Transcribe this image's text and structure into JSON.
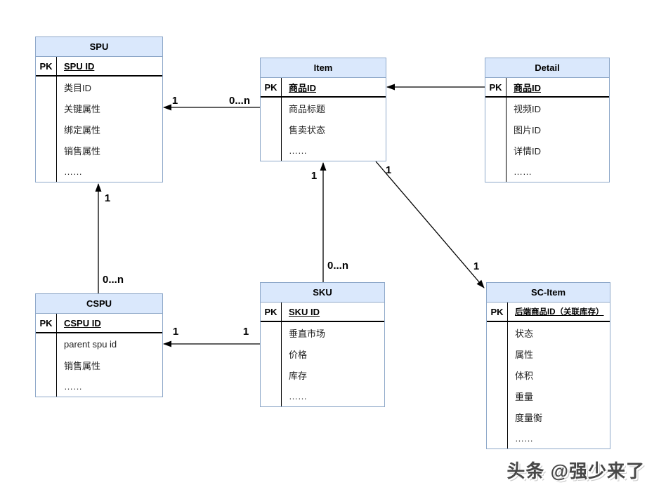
{
  "colors": {
    "background": "#ffffff",
    "header_fill": "#dae8fc",
    "table_border": "#8ea8c9",
    "inner_line": "#000000",
    "connector": "#000000"
  },
  "entities": [
    {
      "id": "spu",
      "title": "SPU",
      "pk": "PK",
      "pk_field": "SPU ID",
      "fields": [
        "类目ID",
        "关键属性",
        "绑定属性",
        "销售属性",
        "……"
      ]
    },
    {
      "id": "item",
      "title": "Item",
      "pk": "PK",
      "pk_field": "商品ID",
      "fields": [
        "商品标题",
        "售卖状态",
        "……"
      ]
    },
    {
      "id": "detail",
      "title": "Detail",
      "pk": "PK",
      "pk_field": "商品ID",
      "fields": [
        "视频ID",
        "图片ID",
        "详情ID",
        "……"
      ]
    },
    {
      "id": "cspu",
      "title": "CSPU",
      "pk": "PK",
      "pk_field": "CSPU ID",
      "fields": [
        "parent spu id",
        "销售属性",
        "……"
      ]
    },
    {
      "id": "sku",
      "title": "SKU",
      "pk": "PK",
      "pk_field": "SKU ID",
      "fields": [
        "垂直市场",
        "价格",
        "库存",
        "……"
      ]
    },
    {
      "id": "scitem",
      "title": "SC-Item",
      "pk": "PK",
      "pk_field": "后端商品ID（关联库存）",
      "fields": [
        "状态",
        "属性",
        "体积",
        "重量",
        "度量衡",
        "……"
      ]
    }
  ],
  "connections": [
    {
      "id": "item-spu",
      "from": "Item",
      "to": "SPU",
      "label_from": "0...n",
      "label_to": "1"
    },
    {
      "id": "detail-item",
      "from": "Detail",
      "to": "Item",
      "label_from": "",
      "label_to": ""
    },
    {
      "id": "cspu-spu",
      "from": "CSPU",
      "to": "SPU",
      "label_from": "0...n",
      "label_to": "1"
    },
    {
      "id": "sku-item",
      "from": "SKU",
      "to": "Item",
      "label_from": "0...n",
      "label_to": "1"
    },
    {
      "id": "sku-cspu",
      "from": "SKU",
      "to": "CSPU",
      "label_from": "1",
      "label_to": "1"
    },
    {
      "id": "item-scitem",
      "from": "Item",
      "to": "SC-Item",
      "label_from": "1",
      "label_to": "1"
    }
  ],
  "watermark": {
    "text": "头条 @强少来了"
  }
}
